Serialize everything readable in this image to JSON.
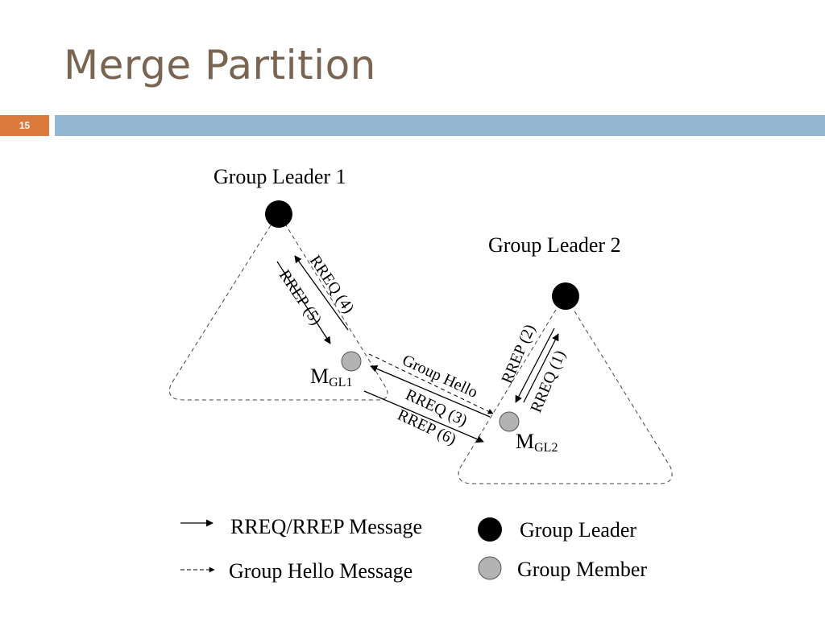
{
  "slide": {
    "title": "Merge Partition",
    "number": "15"
  },
  "diagram": {
    "group_leader_1_label": "Group Leader 1",
    "group_leader_2_label": "Group Leader 2",
    "member_1_label": {
      "main": "M",
      "sub": "GL1"
    },
    "member_2_label": {
      "main": "M",
      "sub": "GL2"
    },
    "messages": {
      "rreq4": "RREQ (4)",
      "rrep5": "RREP (5)",
      "group_hello": "Group Hello",
      "rreq3": "RREQ (3)",
      "rrep6": "RREP (6)",
      "rrep2": "RREP (2)",
      "rreq1": "RREQ (1)"
    }
  },
  "legend": {
    "solid_arrow_label": "RREQ/RREP Message",
    "dashed_arrow_label": "Group Hello Message",
    "leader_label": "Group Leader",
    "member_label": "Group Member"
  },
  "colors": {
    "title": "#7a6552",
    "slide_number_bg": "#dc7a3c",
    "title_bar": "#93b6d3",
    "leader_node": "#000000",
    "member_node": "#b3b3b3"
  }
}
